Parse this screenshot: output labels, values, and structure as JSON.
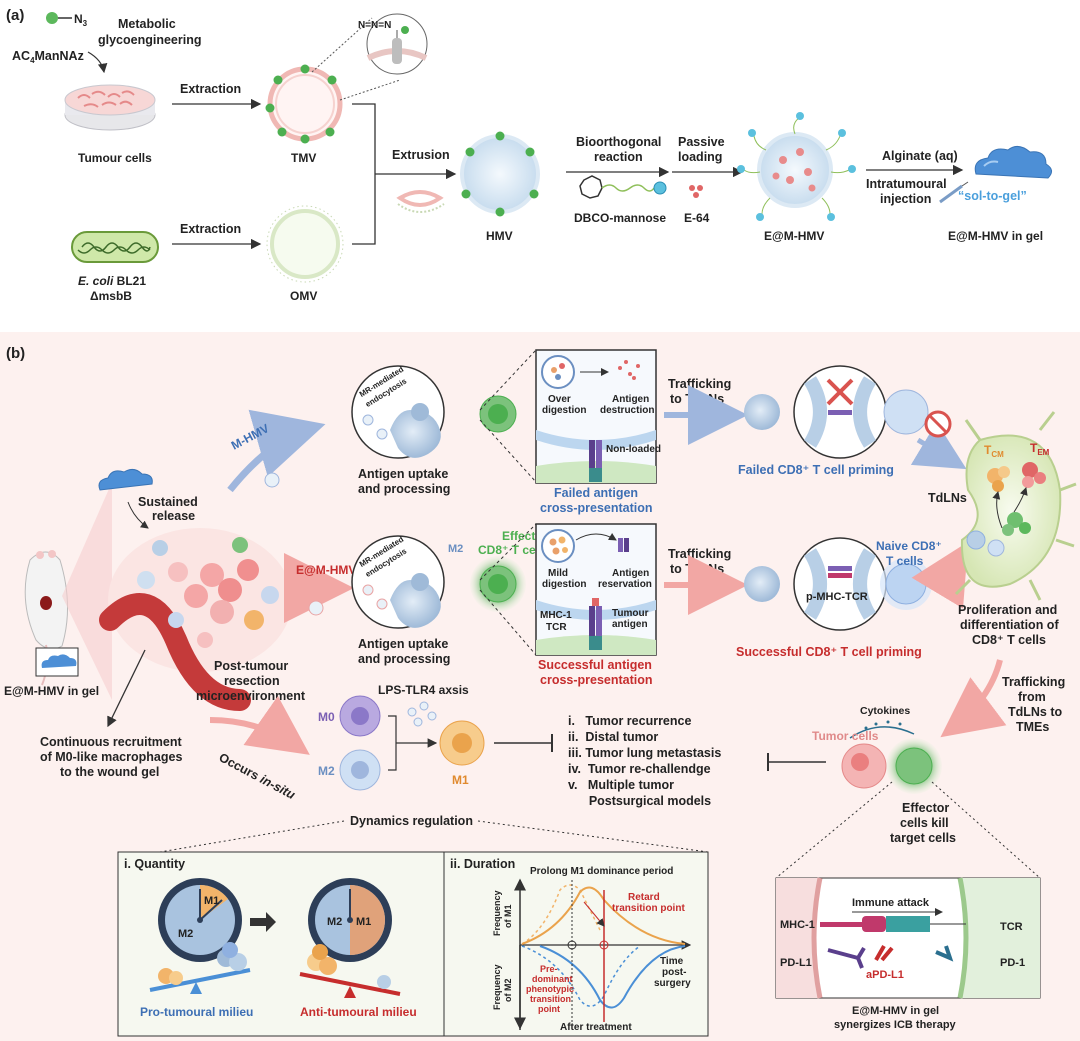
{
  "panel_a": {
    "label": "(a)",
    "n3": "N",
    "n3_sub": "3",
    "metabolic_1": "Metabolic",
    "metabolic_2": "glycoengineering",
    "ac4": "AC",
    "ac4_sub": "4",
    "ac4_rest": "ManNAz",
    "extraction_top": "Extraction",
    "extraction_bottom": "Extraction",
    "tumour_cells": "Tumour cells",
    "tmv": "TMV",
    "ecoli_1a": "E. coli",
    "ecoli_1b": " BL21",
    "ecoli_2": "ΔmsbB",
    "omv": "OMV",
    "extrusion": "Extrusion",
    "hmv": "HMV",
    "bioorth_1": "Bioorthogonal",
    "bioorth_2": "reaction",
    "dbco": "DBCO-mannose",
    "passive_1": "Passive",
    "passive_2": "loading",
    "e64": "E-64",
    "em_hmv": "E@M-HMV",
    "alginate": "Alginate (aq)",
    "intra_1": "Intratumoural",
    "intra_2": "injection",
    "sol_gel": "“sol-to-gel”",
    "em_hmv_gel": "E@M-HMV in gel",
    "azide": "N=N=N"
  },
  "panel_b": {
    "label": "(b)",
    "em_hmv_gel": "E@M-HMV in gel",
    "sustained_1": "Sustained",
    "sustained_2": "release",
    "post_1": "Post-tumour",
    "post_2": "resection",
    "post_3": "microenvironment",
    "continuous_1": "Continuous recruitment",
    "continuous_2": "of M0-like macrophages",
    "continuous_3": "to the wound gel",
    "m_hmv": "M-HMV",
    "em_hmv": "E@M-HMV",
    "mr_1": "MR-mediated",
    "mr_2": "endocytosis",
    "uptake_top_1": "Antigen uptake",
    "uptake_top_2": "and processing",
    "uptake_bot_1": "Antigen uptake",
    "uptake_bot_2": "and processing",
    "m2_label": "M2",
    "effector_1": "Effector",
    "effector_2": "CD8⁺ T cell",
    "over_1": "Over",
    "over_2": "digestion",
    "ag_dest_1": "Antigen",
    "ag_dest_2": "destruction",
    "non_loaded": "Non-loaded",
    "failed_cp_1": "Failed antigen",
    "failed_cp_2": "cross-presentation",
    "mild_1": "Mild",
    "mild_2": "digestion",
    "ag_res_1": "Antigen",
    "ag_res_2": "reservation",
    "mhc_label": "MHC-1",
    "tcr_label": "TCR",
    "tumour_ag_1": "Tumour",
    "tumour_ag_2": "antigen",
    "success_cp_1": "Successful antigen",
    "success_cp_2": "cross-presentation",
    "traffic_top_1": "Trafficking",
    "traffic_top_2": "to TdLNs",
    "traffic_bot_1": "Trafficking",
    "traffic_bot_2": "to TdLNs",
    "failed_priming": "Failed CD8⁺ T cell priming",
    "success_priming": "Successful CD8⁺ T cell priming",
    "naive_1": "Naive CD8⁺",
    "naive_2": "T cells",
    "pmhc_tcr": "p-MHC-TCR",
    "tdlns": "TdLNs",
    "tcm": "T",
    "tcm_sub": "CM",
    "tem": "T",
    "tem_sub": "EM",
    "prolif_1": "Proliferation and",
    "prolif_2": "differentiation of",
    "prolif_3": "CD8⁺ T cells",
    "traffic_tme_1": "Trafficking",
    "traffic_tme_2": "from",
    "traffic_tme_3": "TdLNs to",
    "traffic_tme_4": "TMEs",
    "occurs_1": "Occurs ",
    "occurs_2": "in-situ",
    "m0": "M0",
    "m2": "M2",
    "lps": "LPS-TLR4 axsis",
    "m1": "M1",
    "outcomes": [
      "i.   Tumor recurrence",
      "ii.  Distal tumor",
      "iii. Tumor lung metastasis",
      "iv.  Tumor re-challendge",
      "v.   Multiple tumor",
      "      Postsurgical models"
    ],
    "cytokines": "Cytokines",
    "tumor_cells": "Tumor cells",
    "effector_kill_1": "Effector",
    "effector_kill_2": "cells kill",
    "effector_kill_3": "target cells",
    "dynamics": "Dynamics regulation",
    "quantity": "i. Quantity",
    "q_m1": "M1",
    "q_m2": "M2",
    "q_m2b": "M2",
    "q_m1b": "M1",
    "pro_milieu": "Pro-tumoural milieu",
    "anti_milieu": "Anti-tumoural milieu",
    "duration": "ii. Duration",
    "prolong": "Prolong M1 dominance period",
    "retard_1": "Retard",
    "retard_2": "transition point",
    "freq_m1_1": "Frequency",
    "freq_m1_2": "of M1",
    "freq_m2_1": "Frequency",
    "freq_m2_2": "of M2",
    "pre_1": "Pre-",
    "pre_2": "dominant",
    "pre_3": "phenotypic",
    "pre_4": "transition",
    "pre_5": "point",
    "time_1": "Time",
    "time_2": "post-",
    "time_3": "surgery",
    "after_treatment": "After treatment",
    "immune_attack": "Immune attack",
    "icb_mhc": "MHC-1",
    "icb_tcr": "TCR",
    "icb_pdl1": "PD-L1",
    "icb_apdl1": "aPD-L1",
    "icb_pd1": "PD-1",
    "icb_cap_1": "E@M-HMV in gel",
    "icb_cap_2": "synergizes ICB therapy"
  },
  "colors": {
    "blue_text": "#3d6fb4",
    "red_text": "#c62d2d",
    "green": "#4caf50",
    "panel_b_bg": "#fdf1ef",
    "cell_blue": "#b8cfe6",
    "cell_orange": "#f2b46a"
  }
}
